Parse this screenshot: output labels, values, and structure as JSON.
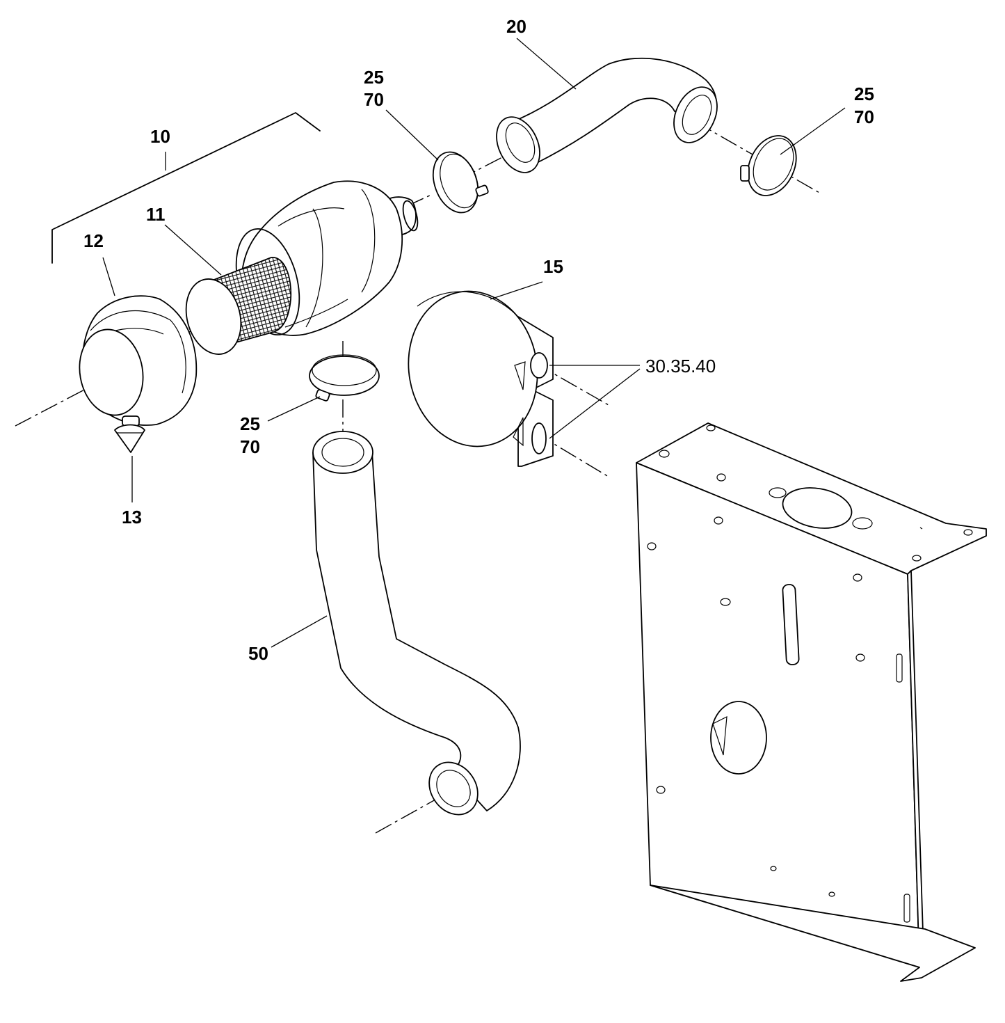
{
  "diagram": {
    "callouts": [
      {
        "id": "c10",
        "text": "10"
      },
      {
        "id": "c11",
        "text": "11"
      },
      {
        "id": "c12",
        "text": "12"
      },
      {
        "id": "c13",
        "text": "13"
      },
      {
        "id": "c15",
        "text": "15"
      },
      {
        "id": "c20",
        "text": "20"
      },
      {
        "id": "c25a",
        "text": "25"
      },
      {
        "id": "c70a",
        "text": "70"
      },
      {
        "id": "c25b",
        "text": "25"
      },
      {
        "id": "c70b",
        "text": "70"
      },
      {
        "id": "c25c",
        "text": "25"
      },
      {
        "id": "c70c",
        "text": "70"
      },
      {
        "id": "c303540",
        "text": "30.35.40"
      },
      {
        "id": "c50",
        "text": "50"
      }
    ],
    "parts": [
      {
        "number": "10",
        "depicts": "air-filter-assembly"
      },
      {
        "number": "11",
        "depicts": "filter-element"
      },
      {
        "number": "12",
        "depicts": "filter-end-cap"
      },
      {
        "number": "13",
        "depicts": "dust-valve"
      },
      {
        "number": "15",
        "depicts": "mounting-band-clamp"
      },
      {
        "number": "20",
        "depicts": "upper-elbow-hose"
      },
      {
        "number": "25",
        "depicts": "hose-clamp"
      },
      {
        "number": "50",
        "depicts": "lower-intake-hose"
      }
    ]
  }
}
